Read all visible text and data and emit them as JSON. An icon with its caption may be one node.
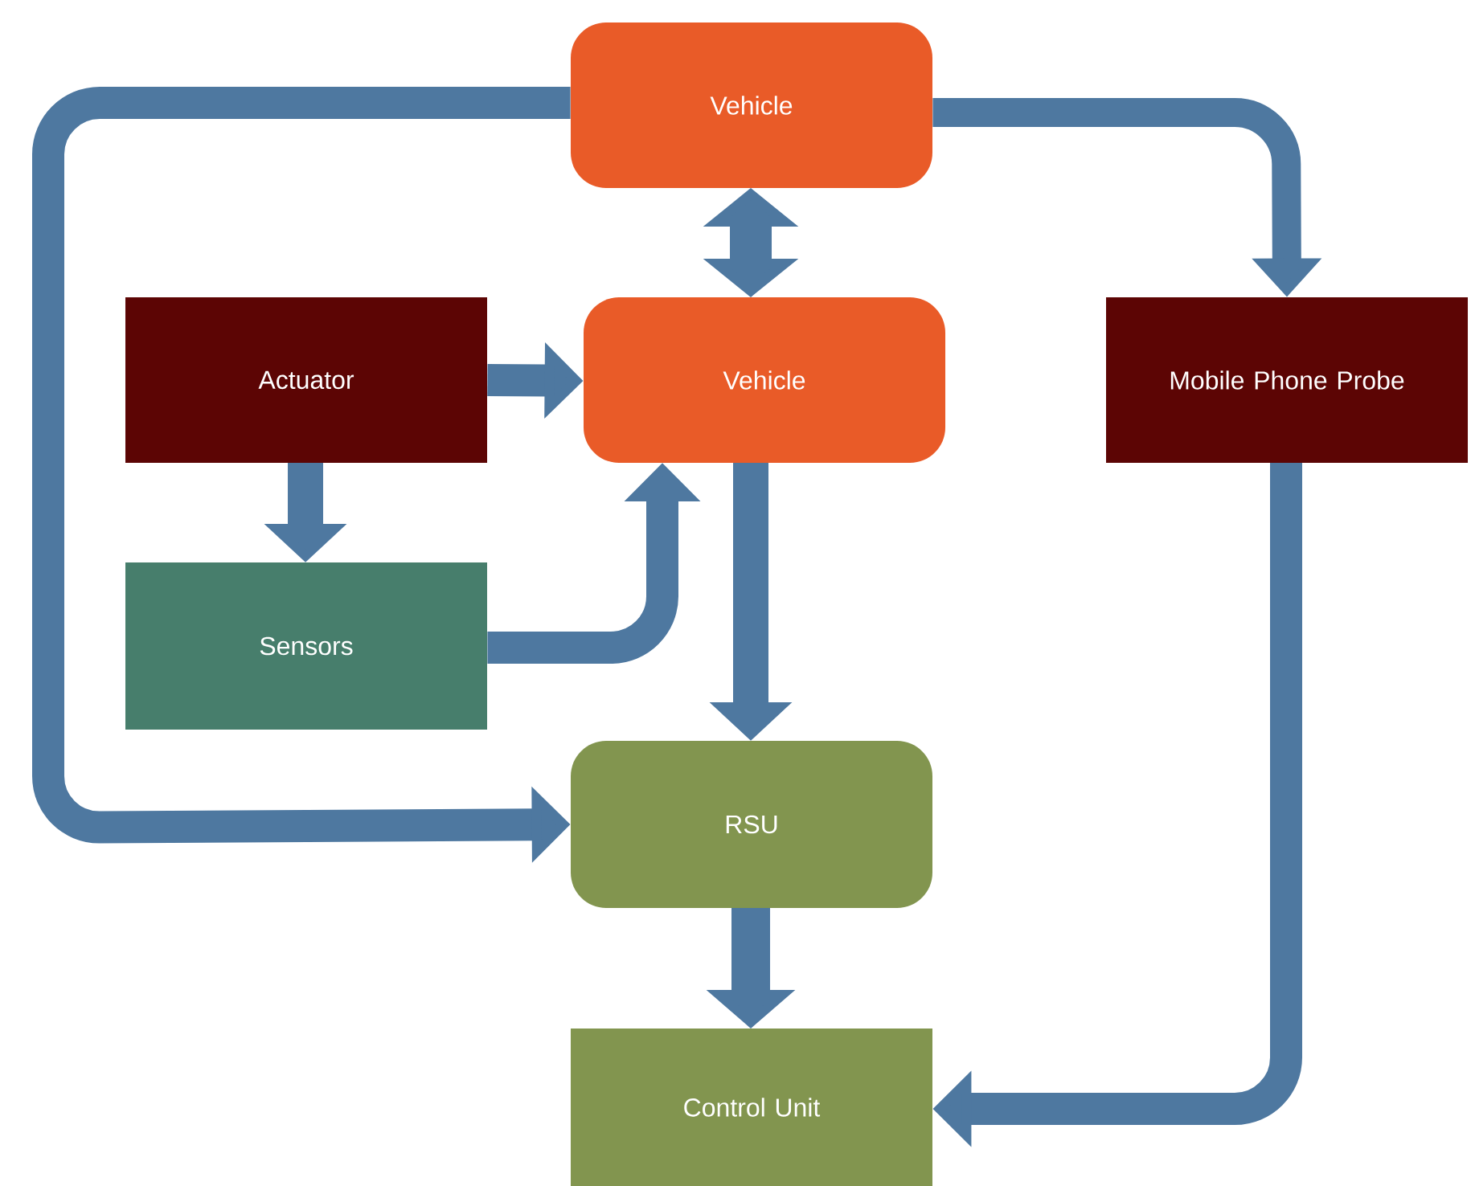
{
  "diagram": {
    "nodes": [
      {
        "text": [
          "Vehicle"
        ]
      },
      {
        "text": [
          "Actuator"
        ]
      },
      {
        "text": [
          "Vehicle"
        ]
      },
      {
        "text": [
          "Mobile Phone Probe"
        ]
      },
      {
        "text": [
          "Sensors"
        ]
      },
      {
        "text": [
          "RSU"
        ]
      },
      {
        "text": [
          "Control Unit"
        ]
      }
    ],
    "edges": [
      {
        "from": 0,
        "to": 3,
        "arrow": "to"
      },
      {
        "from": 0,
        "to": 5,
        "arrow": "to"
      },
      {
        "from": 0,
        "to": 2,
        "arrow": "both"
      },
      {
        "from": 1,
        "to": 2,
        "arrow": "to"
      },
      {
        "from": 1,
        "to": 4,
        "arrow": "to"
      },
      {
        "from": 4,
        "to": 2,
        "arrow": "to"
      },
      {
        "from": 2,
        "to": 5,
        "arrow": "to"
      },
      {
        "from": 5,
        "to": 6,
        "arrow": "to"
      },
      {
        "from": 3,
        "to": 6,
        "arrow": "to"
      }
    ]
  }
}
